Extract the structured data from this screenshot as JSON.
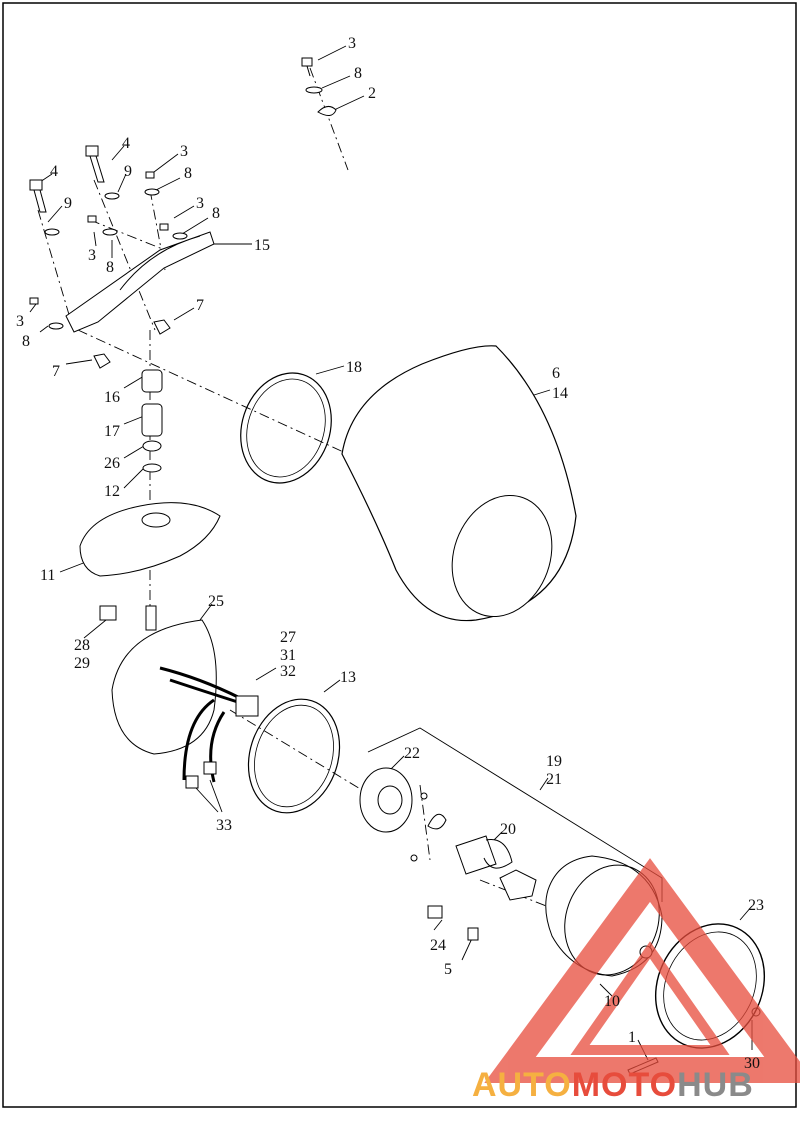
{
  "labels": {
    "p1": "1",
    "p2": "2",
    "p3": "3",
    "p4": "4",
    "p5": "5",
    "p6": "6",
    "p7": "7",
    "p8": "8",
    "p9": "9",
    "p10": "10",
    "p11": "11",
    "p12": "12",
    "p13": "13",
    "p14": "14",
    "p15": "15",
    "p16": "16",
    "p17": "17",
    "p18": "18",
    "p19": "19",
    "p20": "20",
    "p21": "21",
    "p22": "22",
    "p23": "23",
    "p24": "24",
    "p25": "25",
    "p26": "26",
    "p27": "27",
    "p28": "28",
    "p29": "29",
    "p30": "30",
    "p31": "31",
    "p32": "32",
    "p33": "33"
  },
  "watermark": {
    "part_a": "AUTO",
    "part_b": "MOTO",
    "part_c": "HUB",
    "color_a": "#f5b041",
    "color_b": "#e74c3c",
    "color_c": "#8a8a8a"
  }
}
